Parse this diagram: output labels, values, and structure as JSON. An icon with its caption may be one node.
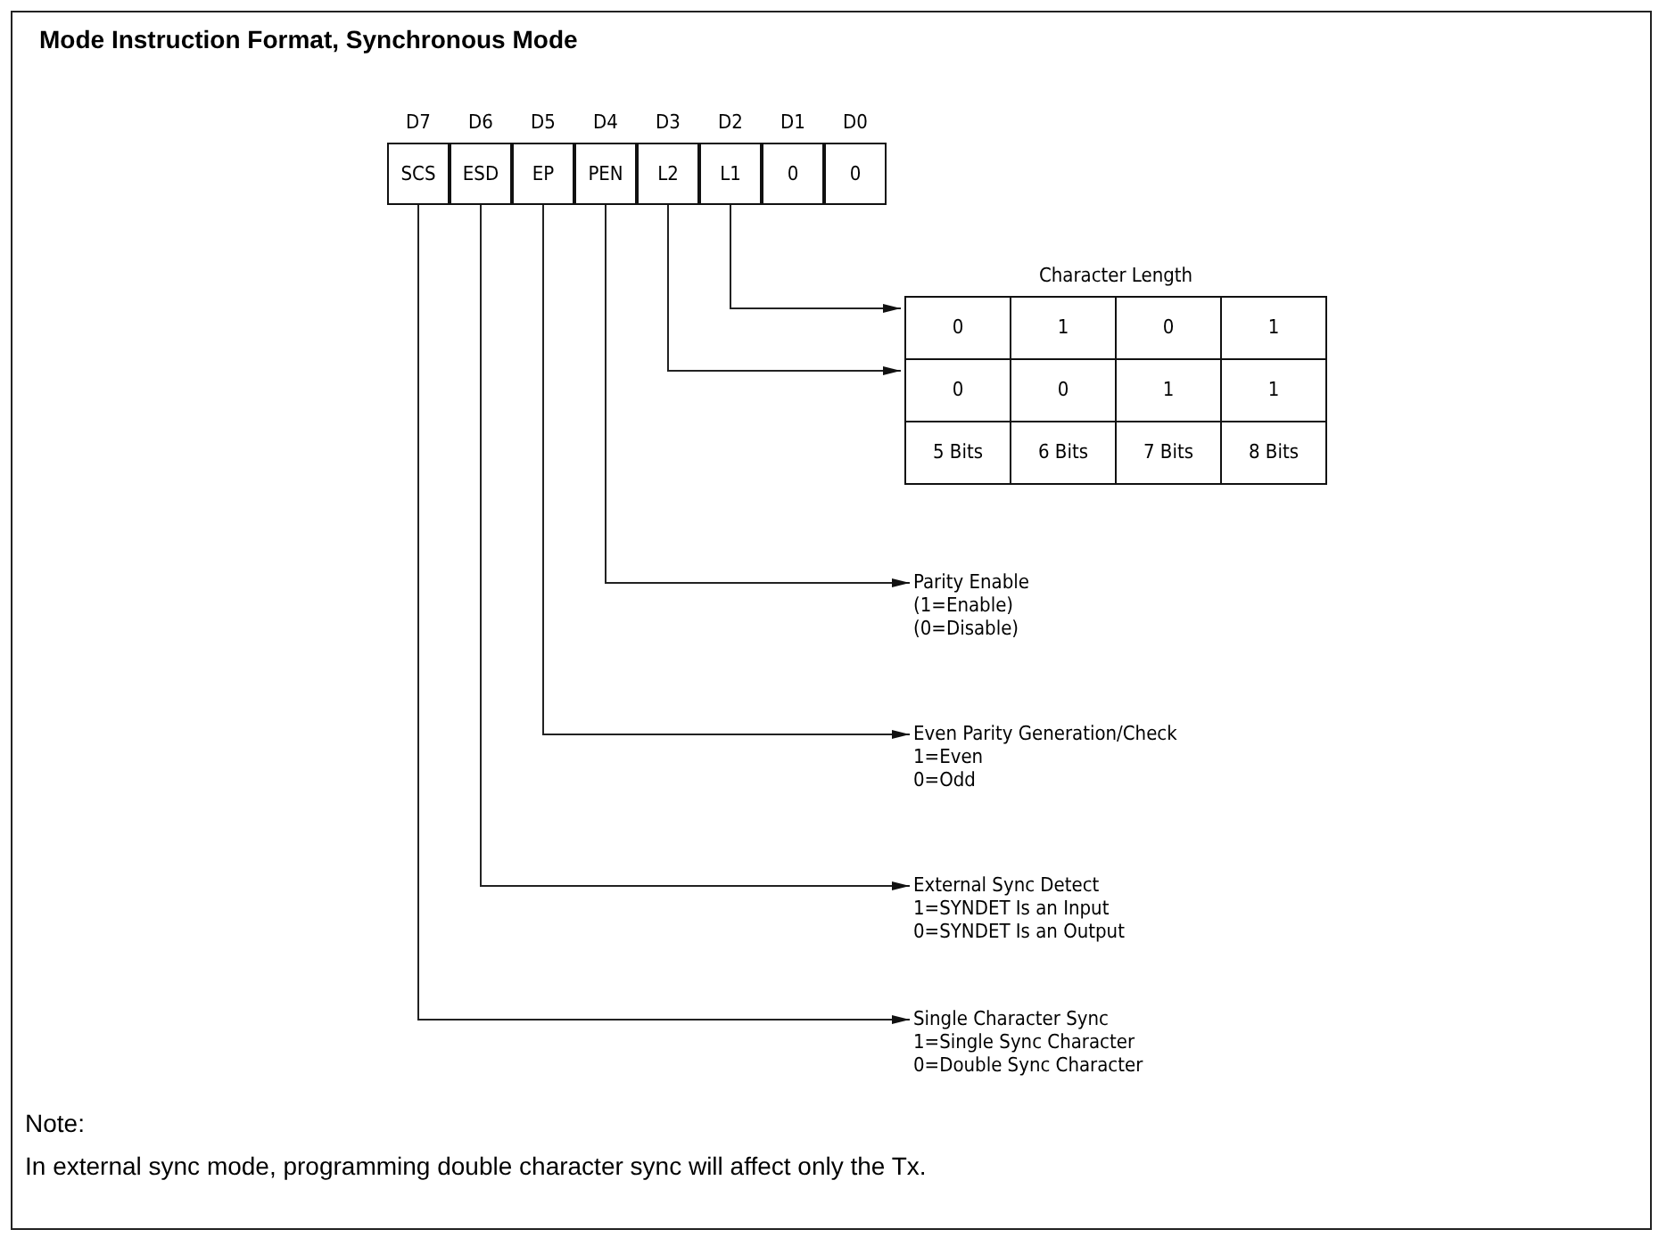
{
  "diagram": {
    "title": "Mode Instruction Format, Synchronous Mode",
    "nodes": [
      {
        "text": [
          "SCS"
        ],
        "beside": [
          "D7"
        ]
      },
      {
        "text": [
          "ESD"
        ],
        "beside": [
          "D6"
        ]
      },
      {
        "text": [
          "EP"
        ],
        "beside": [
          "D5"
        ]
      },
      {
        "text": [
          "PEN"
        ],
        "beside": [
          "D4"
        ]
      },
      {
        "text": [
          "L2"
        ],
        "beside": [
          "D3"
        ]
      },
      {
        "text": [
          "L1"
        ],
        "beside": [
          "D2"
        ]
      },
      {
        "text": [
          "0"
        ],
        "beside": [
          "D1"
        ]
      },
      {
        "text": [
          "0"
        ],
        "beside": [
          "D0"
        ]
      },
      {
        "text": [
          "Character Length"
        ]
      },
      {
        "text": [
          "0"
        ],
        "in": 8
      },
      {
        "text": [
          "1"
        ],
        "in": 8
      },
      {
        "text": [
          "0"
        ],
        "in": 8
      },
      {
        "text": [
          "1"
        ],
        "in": 8
      },
      {
        "text": [
          "0"
        ],
        "in": 8
      },
      {
        "text": [
          "0"
        ],
        "in": 8
      },
      {
        "text": [
          "1"
        ],
        "in": 8
      },
      {
        "text": [
          "1"
        ],
        "in": 8
      },
      {
        "text": [
          "5 Bits"
        ],
        "in": 8
      },
      {
        "text": [
          "6 Bits"
        ],
        "in": 8
      },
      {
        "text": [
          "7 Bits"
        ],
        "in": 8
      },
      {
        "text": [
          "8 Bits"
        ],
        "in": 8
      },
      {
        "text": [
          "Parity Enable",
          "(1=Enable)",
          "(0=Disable)"
        ]
      },
      {
        "text": [
          "Even Parity Generation/Check",
          "1=Even",
          "0=Odd"
        ]
      },
      {
        "text": [
          "External Sync Detect",
          "1=SYNDET Is an Input",
          "0=SYNDET Is an Output"
        ]
      },
      {
        "text": [
          "Single Character Sync",
          "1=Single Sync Character",
          "0=Double Sync Character"
        ]
      }
    ],
    "edges": [
      {
        "from": 5,
        "to": 9,
        "arrow": "to"
      },
      {
        "from": 4,
        "to": 13,
        "arrow": "to"
      },
      {
        "from": 3,
        "to": 21,
        "arrow": "to"
      },
      {
        "from": 2,
        "to": 22,
        "arrow": "to"
      },
      {
        "from": 1,
        "to": 23,
        "arrow": "to"
      },
      {
        "from": 0,
        "to": 24,
        "arrow": "to"
      }
    ],
    "labels": [
      "Note:",
      "In external sync mode, programming double character sync will affect only the Tx."
    ]
  }
}
